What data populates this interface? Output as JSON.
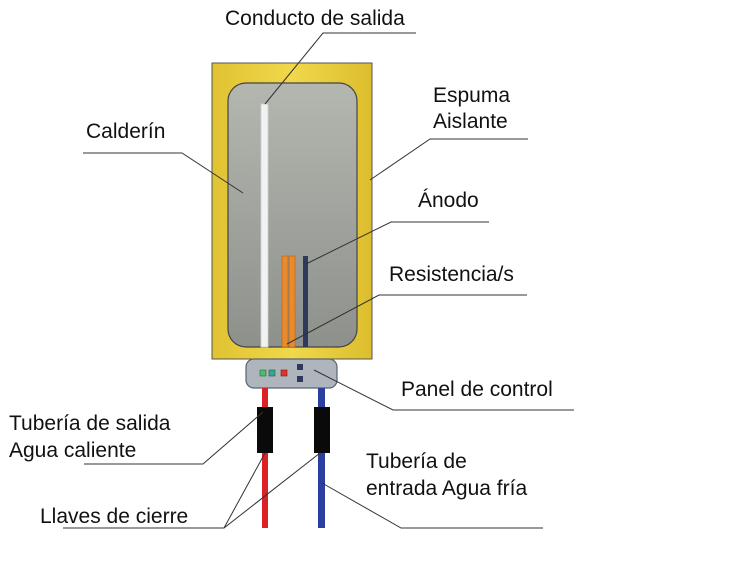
{
  "labels": {
    "conducto_salida": "Conducto de salida",
    "calderin": "Calderín",
    "espuma_1": "Espuma",
    "espuma_2": "Aislante",
    "anodo": "Ánodo",
    "resistencia": "Resistencia/s",
    "panel_control": "Panel de control",
    "tuberia_salida_1": "Tubería de salida",
    "tuberia_salida_2": "Agua caliente",
    "tuberia_entrada_1": "Tubería de",
    "tuberia_entrada_2": "entrada  Agua fría",
    "llaves_cierre": "Llaves de cierre"
  },
  "colors": {
    "insulation": "#e8cc3a",
    "tank": "#a6aaa2",
    "hot_pipe": "#dd1f26",
    "cold_pipe": "#2a3fa0",
    "resistor": "#e98a2c",
    "anode": "#2d3a5c",
    "outlet_tube": "#f2f2f2",
    "valve": "#0a0a0a",
    "panel": "#aeb5bd"
  }
}
